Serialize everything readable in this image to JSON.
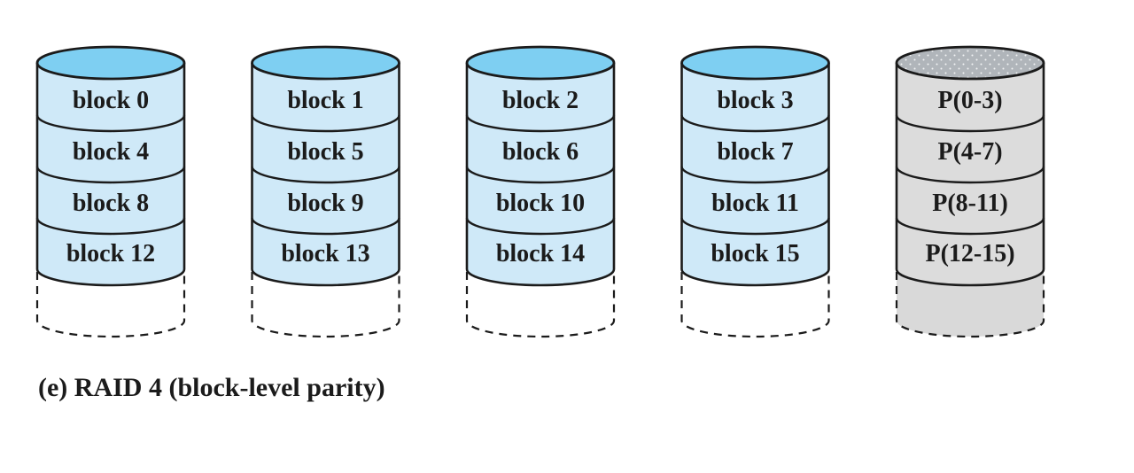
{
  "diagram": {
    "caption": "(e) RAID 4 (block-level parity)",
    "disks": [
      {
        "id": "disk-0",
        "type": "data",
        "blocks": [
          "block 0",
          "block 4",
          "block 8",
          "block 12"
        ]
      },
      {
        "id": "disk-1",
        "type": "data",
        "blocks": [
          "block 1",
          "block 5",
          "block 9",
          "block 13"
        ]
      },
      {
        "id": "disk-2",
        "type": "data",
        "blocks": [
          "block 2",
          "block 6",
          "block 10",
          "block 14"
        ]
      },
      {
        "id": "disk-3",
        "type": "data",
        "blocks": [
          "block 3",
          "block 7",
          "block 11",
          "block 15"
        ]
      },
      {
        "id": "disk-4",
        "type": "parity",
        "blocks": [
          "P(0-3)",
          "P(4-7)",
          "P(8-11)",
          "P(12-15)"
        ]
      }
    ],
    "colors": {
      "data_top": "#7ecff2",
      "data_body": "#cfe9f8",
      "parity_top": "#b0b5ba",
      "parity_body": "#dcdcdc",
      "parity_cont": "#d9d9d9",
      "outline": "#1b1b1b",
      "ink": "#1b1b1b"
    }
  }
}
